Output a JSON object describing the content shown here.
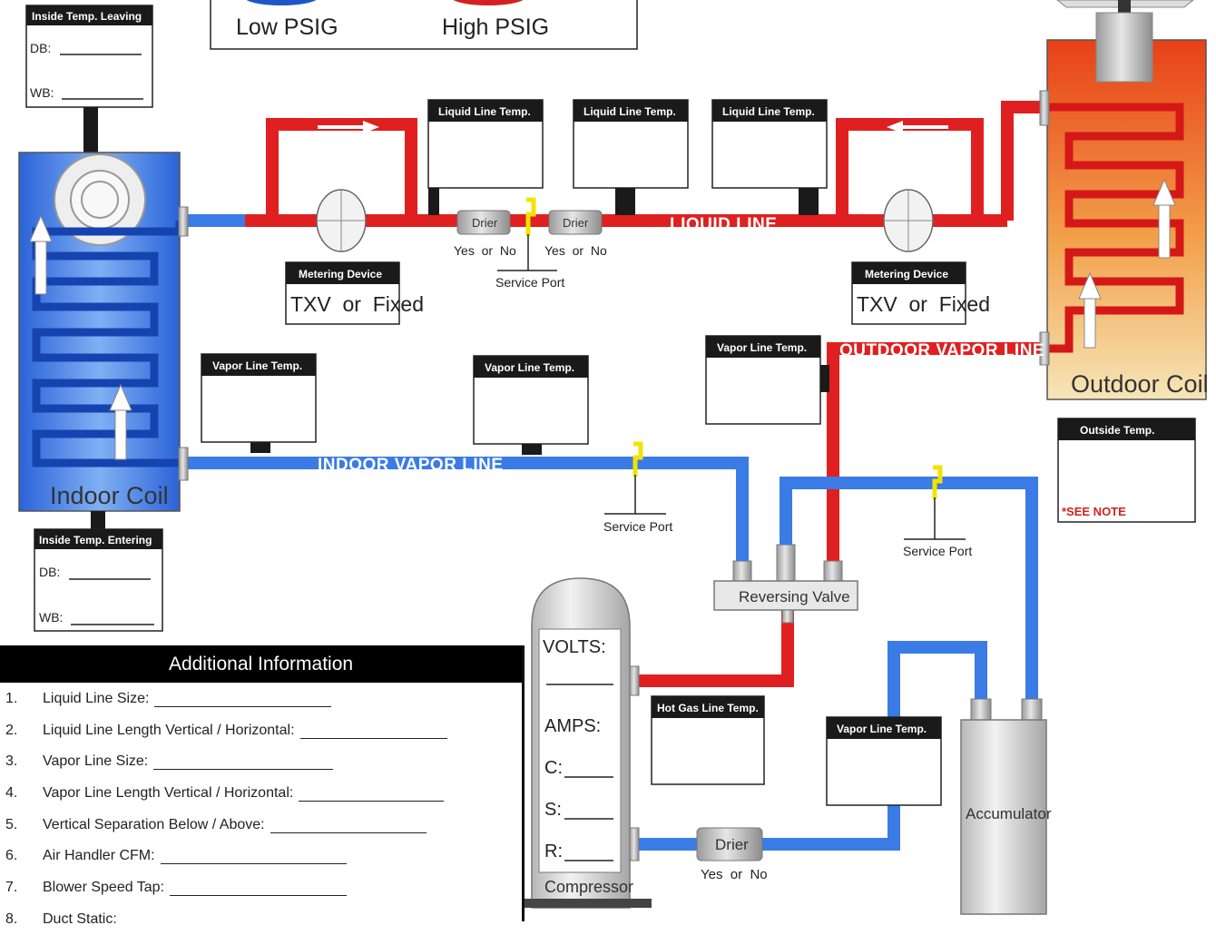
{
  "gauges": {
    "low": "Low PSIG",
    "high": "High PSIG"
  },
  "inside_leaving": {
    "title": "Inside Temp. Leaving",
    "db": "DB:",
    "wb": "WB:"
  },
  "inside_entering": {
    "title": "Inside Temp. Entering",
    "db": "DB:",
    "wb": "WB:"
  },
  "indoor_coil": "Indoor Coil",
  "outdoor_coil": "Outdoor Coil",
  "liquid_temp": "Liquid Line Temp.",
  "vapor_temp": "Vapor Line Temp.",
  "hot_gas_temp": "Hot Gas Line Temp.",
  "outside_temp": {
    "title": "Outside Temp.",
    "note": "*SEE NOTE"
  },
  "metering": {
    "title": "Metering Device",
    "options": "TXV  or  Fixed"
  },
  "drier": {
    "label": "Drier",
    "yesno": "Yes  or  No"
  },
  "service_port": "Service Port",
  "pipes": {
    "liquid": "LIQUID LINE",
    "outdoor_vapor": "OUTDOOR VAPOR LINE",
    "indoor_vapor": "INDOOR VAPOR LINE"
  },
  "reversing_valve": "Reversing Valve",
  "accumulator": "Accumulator",
  "compressor": {
    "name": "Compressor",
    "volts": "VOLTS:",
    "amps": "AMPS:",
    "c": "C:",
    "s": "S:",
    "r": "R:"
  },
  "additional": {
    "title": "Additional Information",
    "items": [
      {
        "num": "1.",
        "text": "Liquid Line Size:"
      },
      {
        "num": "2.",
        "text": "Liquid Line Length Vertical / Horizontal:"
      },
      {
        "num": "3.",
        "text": "Vapor Line Size:"
      },
      {
        "num": "4.",
        "text": "Vapor Line Length Vertical / Horizontal:"
      },
      {
        "num": "5.",
        "text": "Vertical Separation Below / Above:"
      },
      {
        "num": "6.",
        "text": "Air Handler CFM:"
      },
      {
        "num": "7.",
        "text": "Blower Speed Tap:"
      },
      {
        "num": "8.",
        "text": "Duct Static:"
      }
    ]
  },
  "colors": {
    "red": "#e02020",
    "blue": "#3a7be6",
    "yellow": "#f2e400"
  }
}
